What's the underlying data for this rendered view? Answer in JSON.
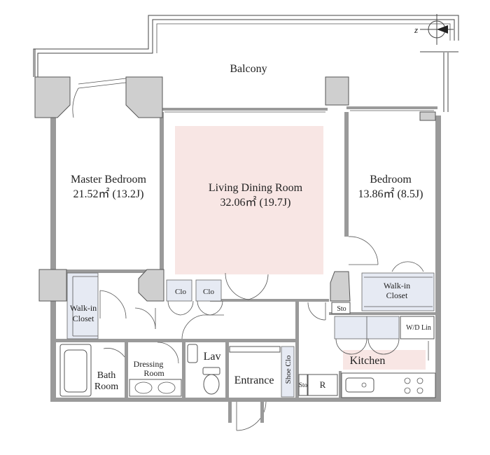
{
  "rooms": {
    "balcony": "Balcony",
    "master_bedroom": {
      "name": "Master Bedroom",
      "area": "21.52㎡  (13.2J)"
    },
    "living_dining": {
      "name": "Living Dining Room",
      "area": "32.06㎡  (19.7J)"
    },
    "bedroom": {
      "name": "Bedroom",
      "area": "13.86㎡  (8.5J)"
    },
    "walkin_closet_left": {
      "line1": "Walk-in",
      "line2": "Closet"
    },
    "walkin_closet_right": {
      "line1": "Walk-in",
      "line2": "Closet"
    },
    "clo1": "Clo",
    "clo2": "Clo",
    "sto1": "Sto",
    "sto2": "Sto",
    "wd_lin": "W/D Lin",
    "kitchen": "Kitchen",
    "lav": "Lav",
    "dressing_room": {
      "line1": "Dressing",
      "line2": "Room"
    },
    "bath_room": {
      "line1": "Bath",
      "line2": "Room"
    },
    "entrance": "Entrance",
    "shoe_clo": "Shoe Clo",
    "refrigerator": "R"
  },
  "colors": {
    "living_highlight": "#f8e6e4",
    "kitchen_highlight": "#f8e6e4",
    "closet_fill": "#e6eaf3",
    "wall": "#9a9a9a",
    "column": "#cfcfcf"
  },
  "icons": {
    "compass": "north-arrow-icon"
  }
}
